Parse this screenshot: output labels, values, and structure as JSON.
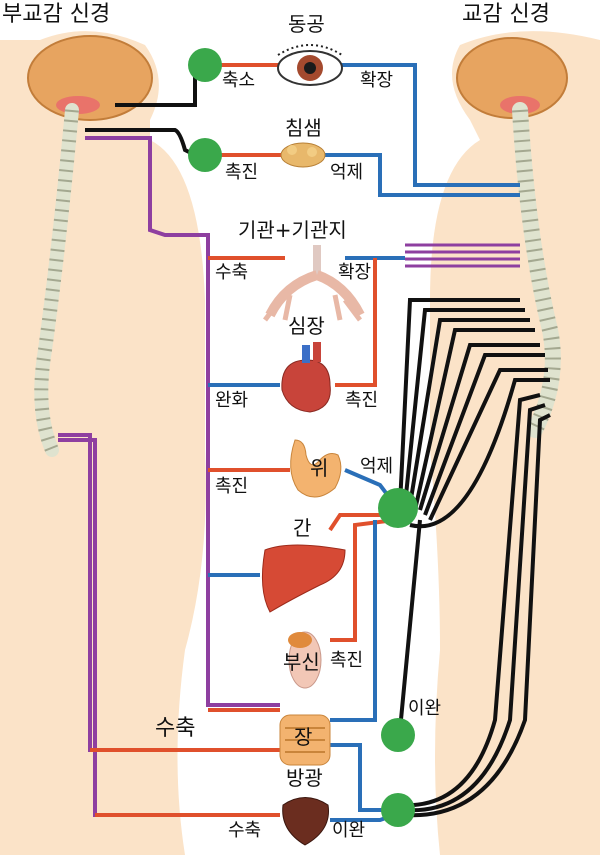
{
  "titles": {
    "parasympathetic": "부교감 신경",
    "sympathetic": "교감 신경"
  },
  "organs": {
    "eye": "동공",
    "salivary": "침샘",
    "lung": "기관+기관지",
    "heart": "심장",
    "stomach": "위",
    "liver": "간",
    "adrenal": "부신",
    "intestine": "장",
    "bladder": "방광"
  },
  "effects": {
    "eye_para": "축소",
    "eye_symp": "확장",
    "salivary_para": "촉진",
    "salivary_symp": "억제",
    "lung_para": "수축",
    "lung_symp": "확장",
    "heart_para": "완화",
    "heart_symp": "촉진",
    "stomach_para": "촉진",
    "stomach_symp": "억제",
    "adrenal_symp": "촉진",
    "intestine_para": "수축",
    "intestine_symp": "이완",
    "bladder_para": "수축",
    "bladder_symp": "이완"
  },
  "colors": {
    "parasympathetic_pre": "#8e3fa0",
    "parasympathetic_post": "#e0502c",
    "sympathetic_pre": "#111111",
    "sympathetic_post": "#2a6fb8",
    "ganglion": "#3aa84b",
    "skin": "#fbe3c8"
  }
}
